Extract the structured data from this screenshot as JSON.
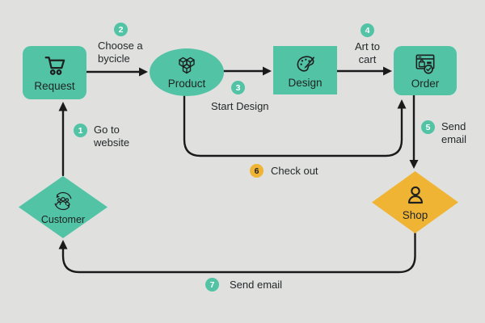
{
  "diagram": {
    "title": "customer order flowchart",
    "nodes": {
      "request": {
        "label": "Request",
        "shape": "rounded-rectangle",
        "color": "#52C3A5",
        "icon": "shopping-cart-icon"
      },
      "product": {
        "label": "Product",
        "shape": "ellipse",
        "color": "#52C3A5",
        "icon": "cubes-icon"
      },
      "design": {
        "label": "Design",
        "shape": "rectangle",
        "color": "#52C3A5",
        "icon": "palette-icon"
      },
      "order": {
        "label": "Order",
        "shape": "rounded-rectangle",
        "color": "#52C3A5",
        "icon": "order-window-icon"
      },
      "customer": {
        "label": "Customer",
        "shape": "diamond",
        "color": "#52C3A5",
        "icon": "customer-group-icon"
      },
      "shop": {
        "label": "Shop",
        "shape": "diamond",
        "color": "#F0B434",
        "icon": "person-icon"
      }
    },
    "steps": [
      {
        "number": "1",
        "label": "Go to\nwebsite",
        "badge_color": "#52C3A5"
      },
      {
        "number": "2",
        "label": "Choose a\nbycicle",
        "badge_color": "#52C3A5"
      },
      {
        "number": "3",
        "label": "Start Design",
        "badge_color": "#52C3A5"
      },
      {
        "number": "4",
        "label": "Art to\ncart",
        "badge_color": "#52C3A5"
      },
      {
        "number": "5",
        "label": "Send\nemail",
        "badge_color": "#52C3A5"
      },
      {
        "number": "6",
        "label": "Check out",
        "badge_color": "#F0B434"
      },
      {
        "number": "7",
        "label": "Send email",
        "badge_color": "#52C3A5"
      }
    ],
    "edges": [
      {
        "from": "customer",
        "to": "request",
        "step": "1"
      },
      {
        "from": "request",
        "to": "product",
        "step": "2"
      },
      {
        "from": "product",
        "to": "design",
        "step": "3"
      },
      {
        "from": "design",
        "to": "order",
        "step": "4"
      },
      {
        "from": "order",
        "to": "shop",
        "step": "5"
      },
      {
        "from": "product",
        "to": "order",
        "step": "6"
      },
      {
        "from": "shop",
        "to": "customer",
        "step": "7"
      }
    ],
    "colors": {
      "teal": "#52C3A5",
      "yellow": "#F0B434",
      "background": "#E0E1DF",
      "line": "#1a1a1a",
      "text": "#23282a"
    }
  }
}
